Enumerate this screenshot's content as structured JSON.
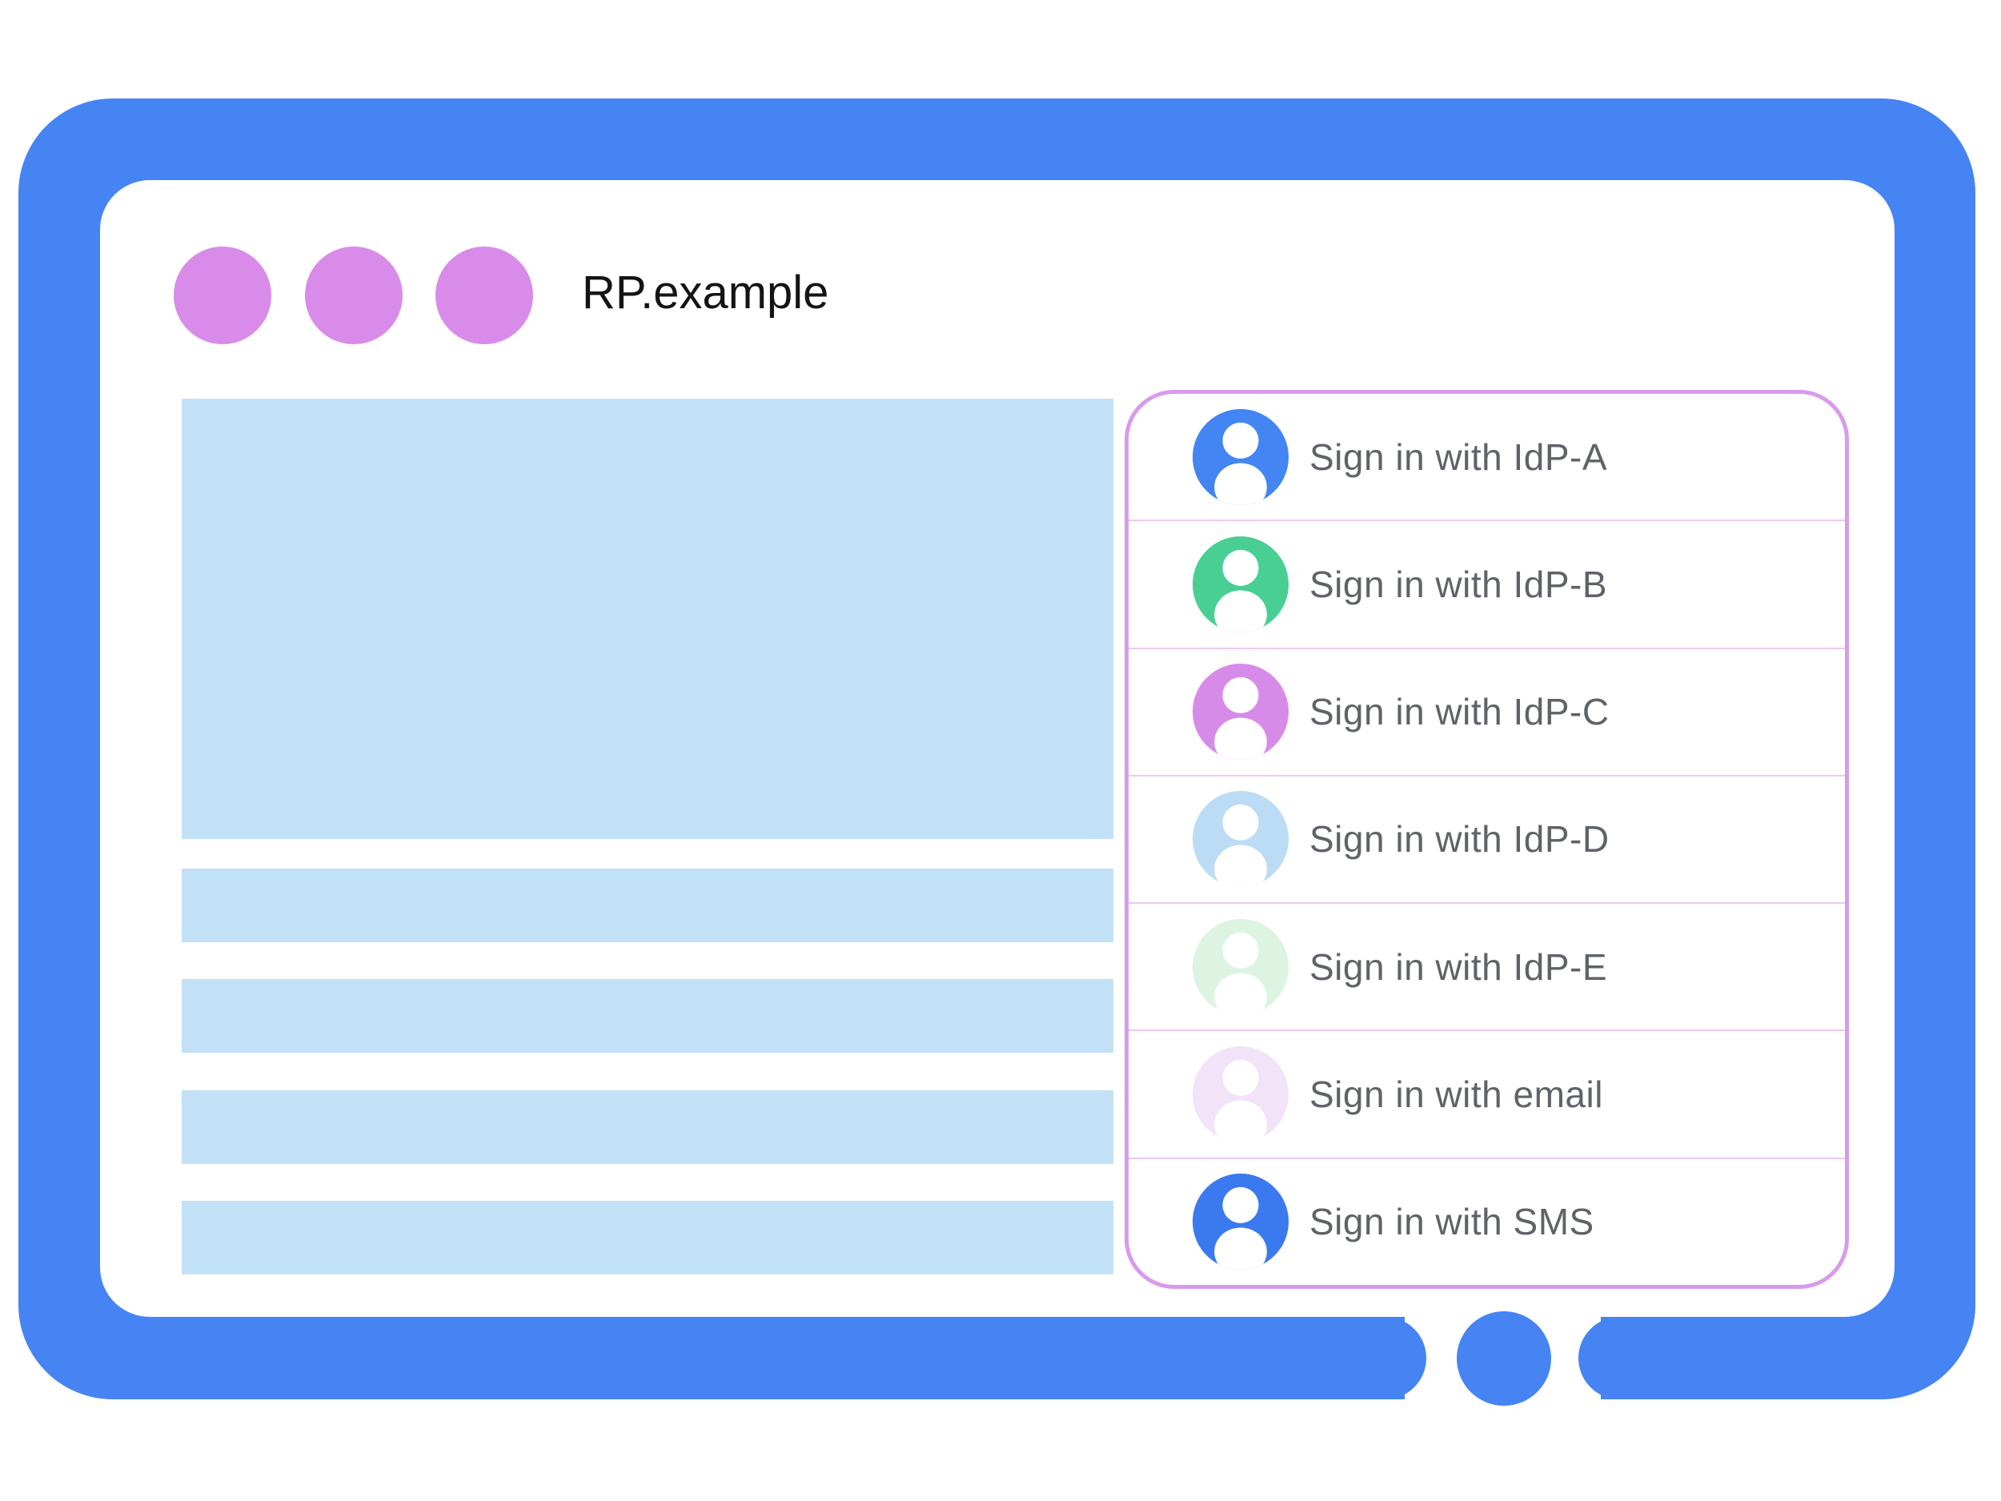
{
  "window": {
    "title": "RP.example",
    "traffic_dot_color": "#D98BE9",
    "frame_color": "#4684F3"
  },
  "content": {
    "placeholder_color": "#C2E1F6",
    "placeholder_blocks": 5
  },
  "signin_panel": {
    "border_color": "#D99AEC",
    "separator_color": "#EBC9F4",
    "text_color": "#5F6368",
    "items": [
      {
        "label": "Sign in with IdP-A",
        "avatar_color": "#4285F3"
      },
      {
        "label": "Sign in with IdP-B",
        "avatar_color": "#49CF93"
      },
      {
        "label": "Sign in with IdP-C",
        "avatar_color": "#D78BE8"
      },
      {
        "label": "Sign in with IdP-D",
        "avatar_color": "#BBDCF4"
      },
      {
        "label": "Sign in with IdP-E",
        "avatar_color": "#DCF4E1"
      },
      {
        "label": "Sign in with email",
        "avatar_color": "#F2E3F8"
      },
      {
        "label": "Sign in with SMS",
        "avatar_color": "#3B79EE"
      }
    ]
  }
}
